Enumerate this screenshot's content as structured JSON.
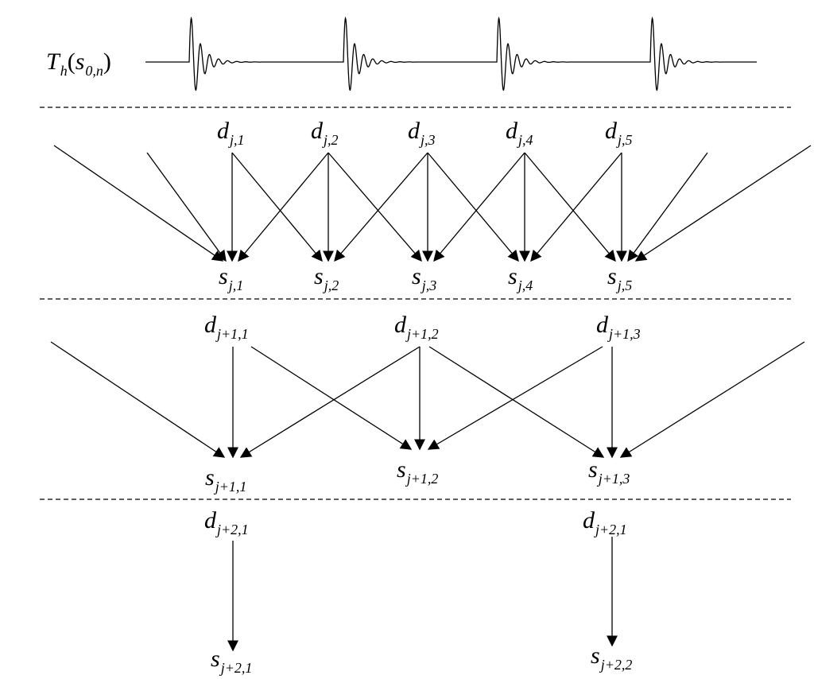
{
  "signal_label": {
    "base": "T",
    "sub": "h",
    "inner": "s",
    "inner_sub": "0,n"
  },
  "level1": {
    "d": [
      {
        "base": "d",
        "sub": "j,1"
      },
      {
        "base": "d",
        "sub": "j,2"
      },
      {
        "base": "d",
        "sub": "j,3"
      },
      {
        "base": "d",
        "sub": "j,4"
      },
      {
        "base": "d",
        "sub": "j,5"
      }
    ],
    "s": [
      {
        "base": "s",
        "sub": "j,1"
      },
      {
        "base": "s",
        "sub": "j,2"
      },
      {
        "base": "s",
        "sub": "j,3"
      },
      {
        "base": "s",
        "sub": "j,4"
      },
      {
        "base": "s",
        "sub": "j,5"
      }
    ]
  },
  "level2": {
    "d": [
      {
        "base": "d",
        "sub": "j+1,1"
      },
      {
        "base": "d",
        "sub": "j+1,2"
      },
      {
        "base": "d",
        "sub": "j+1,3"
      }
    ],
    "s": [
      {
        "base": "s",
        "sub": "j+1,1"
      },
      {
        "base": "s",
        "sub": "j+1,2"
      },
      {
        "base": "s",
        "sub": "j+1,3"
      }
    ]
  },
  "level3": {
    "d": [
      {
        "base": "d",
        "sub": "j+2,1"
      },
      {
        "base": "d",
        "sub": "j+2,1"
      }
    ],
    "s": [
      {
        "base": "s",
        "sub": "j+2,1"
      },
      {
        "base": "s",
        "sub": "j+2,2"
      }
    ]
  }
}
